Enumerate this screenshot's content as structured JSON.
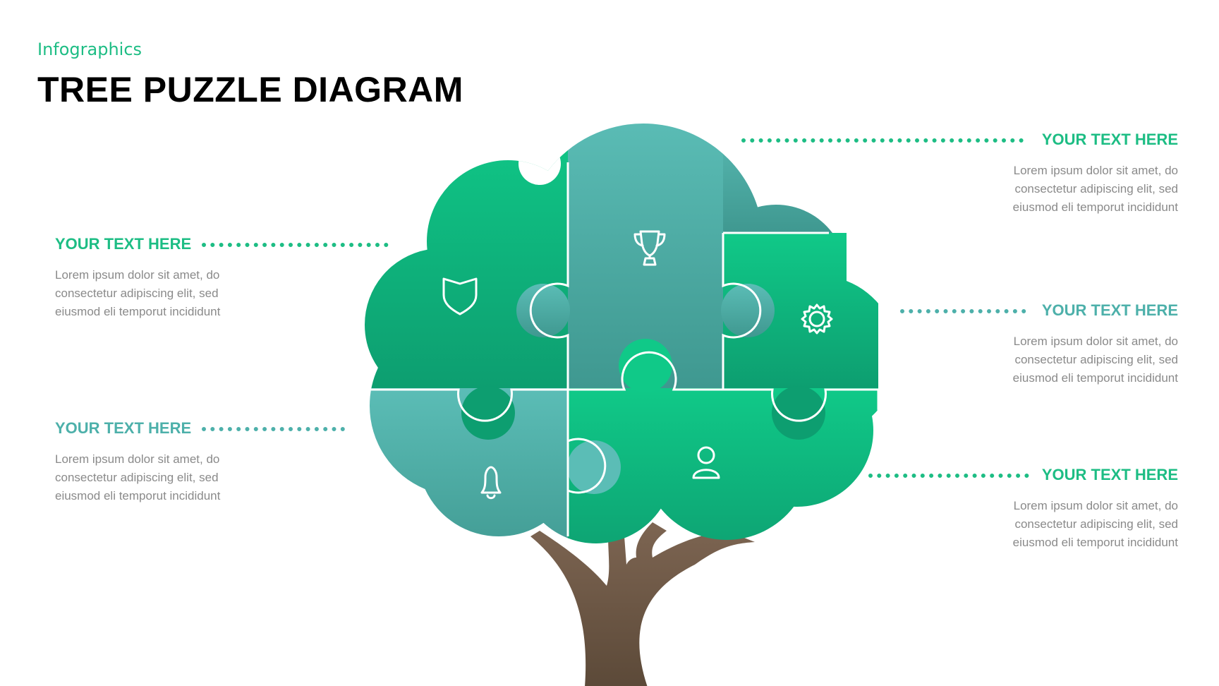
{
  "header": {
    "subtitle": "Infographics",
    "title": "TREE PUZZLE DIAGRAM"
  },
  "colors": {
    "green": "#1dbd84",
    "teal": "#4db0aa",
    "trunk": "#6e5a48",
    "body_text": "#8a8a8a"
  },
  "callouts": [
    {
      "side": "left",
      "color": "green",
      "heading": "YOUR TEXT HERE",
      "body": "Lorem ipsum dolor sit amet, do consectetur adipiscing elit, sed eiusmod eli temporut incididunt"
    },
    {
      "side": "left",
      "color": "teal",
      "heading": "YOUR TEXT HERE",
      "body": "Lorem ipsum dolor sit amet, do consectetur adipiscing elit, sed eiusmod eli temporut incididunt"
    },
    {
      "side": "right",
      "color": "green",
      "heading": "YOUR TEXT HERE",
      "body": "Lorem ipsum dolor sit amet, do consectetur adipiscing elit, sed eiusmod eli temporut incididunt"
    },
    {
      "side": "right",
      "color": "teal",
      "heading": "YOUR TEXT HERE",
      "body": "Lorem ipsum dolor sit amet, do consectetur adipiscing elit, sed eiusmod eli temporut incididunt"
    },
    {
      "side": "right",
      "color": "green",
      "heading": "YOUR TEXT HERE",
      "body": "Lorem ipsum dolor sit amet, do consectetur adipiscing elit, sed eiusmod eli temporut incididunt"
    }
  ],
  "pieces": [
    {
      "icon": "shield-icon",
      "color": "green"
    },
    {
      "icon": "trophy-icon",
      "color": "teal"
    },
    {
      "icon": "gear-icon",
      "color": "green"
    },
    {
      "icon": "bell-icon",
      "color": "teal"
    },
    {
      "icon": "user-icon",
      "color": "green"
    }
  ]
}
